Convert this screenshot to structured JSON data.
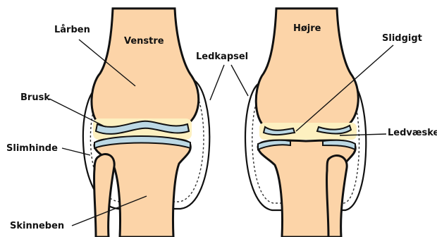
{
  "labels": {
    "laarben": "Lårben",
    "venstre": "Venstre",
    "hojre": "Højre",
    "ledkapsel": "Ledkapsel",
    "slidgigt": "Slidgigt",
    "brusk": "Brusk",
    "slimhinde": "Slimhinde",
    "ledvaeske": "Ledvæske",
    "skinneben": "Skinneben"
  },
  "colors": {
    "bone": "#fcd4a8",
    "cartilage": "#bcd8e4",
    "fluid": "#fdf0c0",
    "outline": "#111111",
    "background": "#ffffff"
  }
}
